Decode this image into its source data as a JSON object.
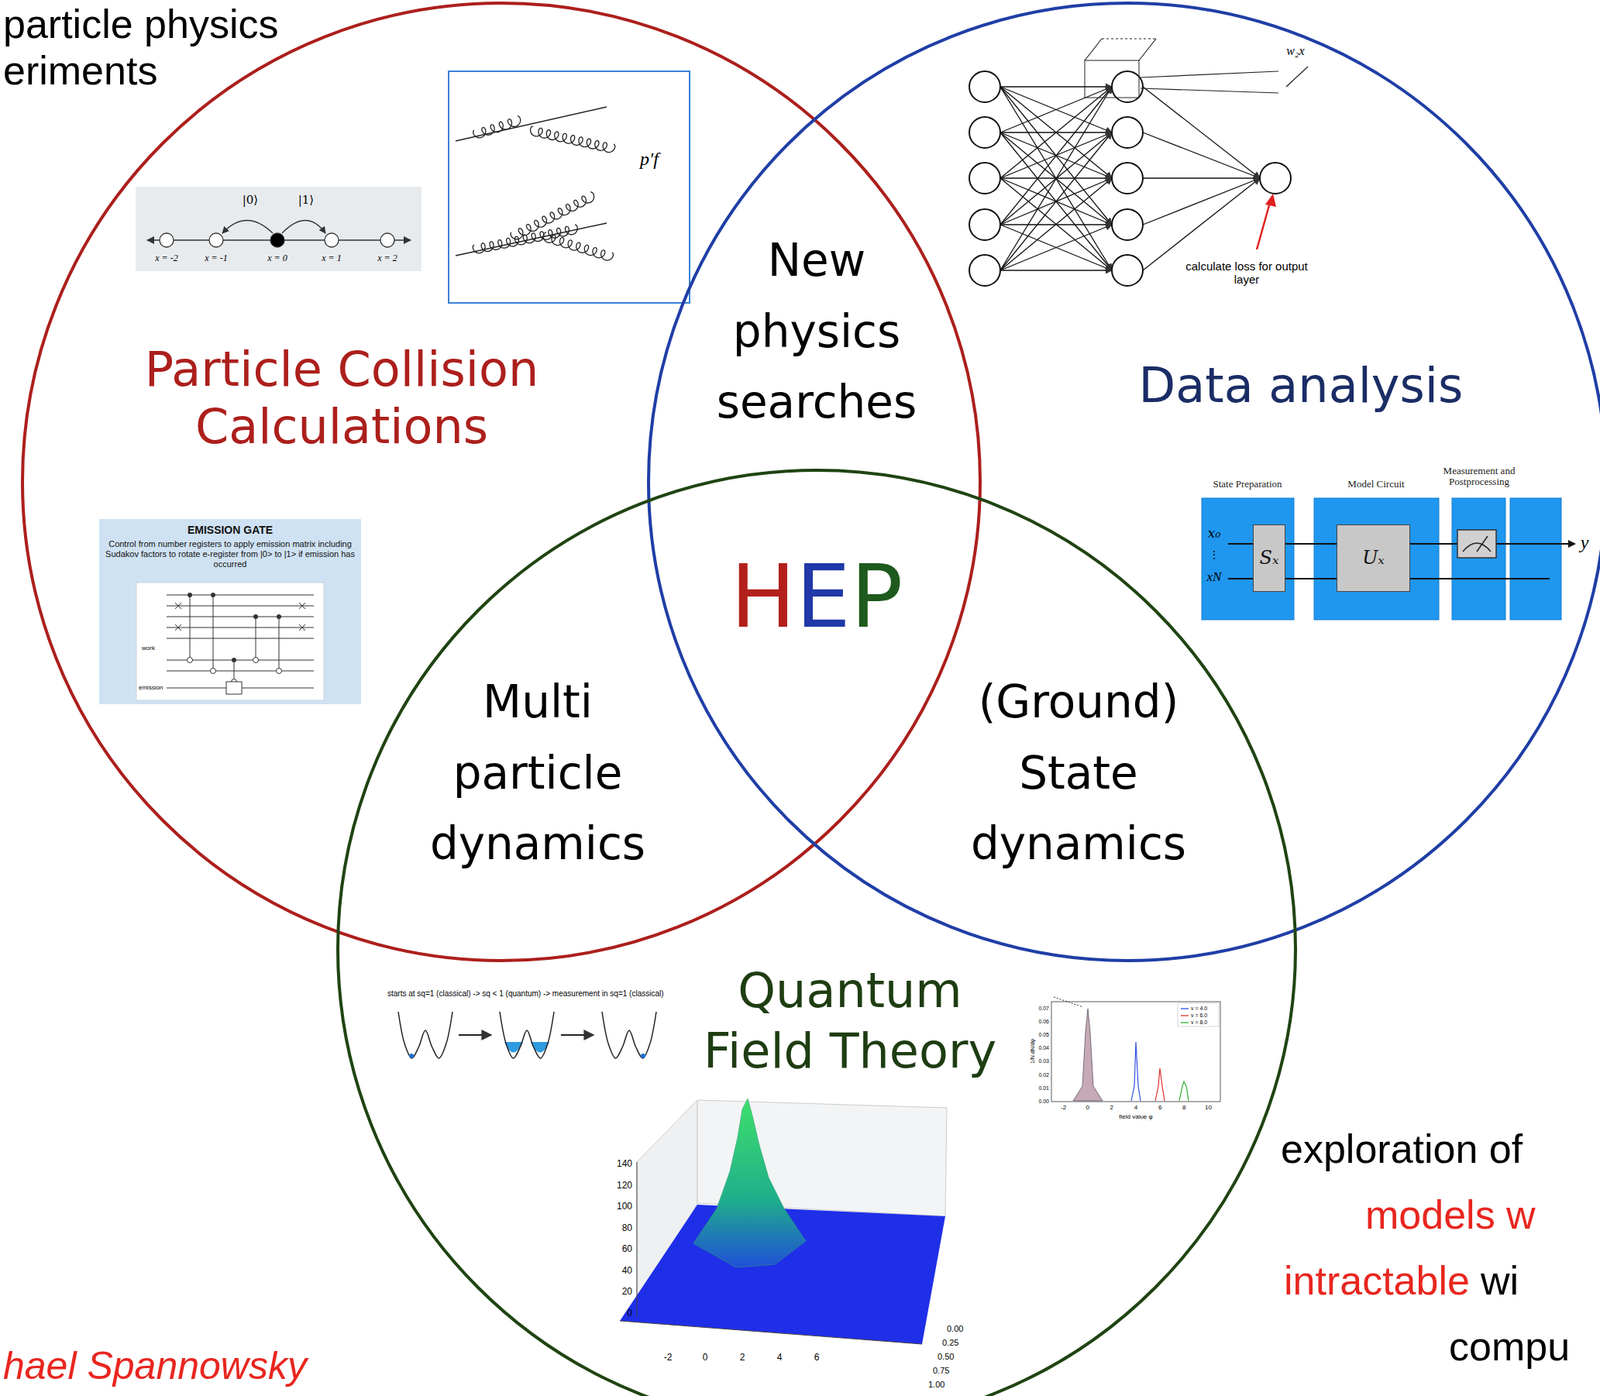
{
  "diagram": {
    "nodes": [
      {
        "text": [
          "Particle Collision Calculations"
        ]
      },
      {
        "text": [
          "Data analysis"
        ]
      },
      {
        "text": [
          "Quantum Field Theory"
        ]
      },
      {
        "text": [
          "EMISSION GATE",
          "Control from number registers to apply emission matrix including Sudakov factors to rotate e-register from |0> to |1> if emission has occurred"
        ],
        "in": 0
      },
      {
        "text": [
          "State Preparation",
          "Sₓ"
        ],
        "in": 1
      },
      {
        "text": [
          "Model Circuit",
          "Uₓ"
        ],
        "in": 1
      },
      {
        "text": [
          "Measurement and Postprocessing"
        ],
        "in": 1
      }
    ],
    "edges": [
      {
        "from": 4,
        "to": 5,
        "arrow": "none"
      },
      {
        "from": 5,
        "to": 6,
        "arrow": "none"
      }
    ],
    "labels": [
      "particle physics",
      "eriments",
      "|0⟩",
      "|1⟩",
      "x = -2",
      "x = -1",
      "x = 0",
      "x = 1",
      "x = 2",
      "p′f",
      "w₂x",
      "calculate loss for output layer",
      "x₀",
      "⋮",
      "xN",
      "y",
      "work",
      "emission",
      "New physics searches",
      "HEP",
      "Multi particle dynamics",
      "(Ground) State dynamics",
      "starts at sq=1 (classical) -> sq < 1 (quantum) -> measurement in sq=1 (classical)",
      "1/N dN/dφ",
      "field value φ",
      "-2",
      "0",
      "2",
      "4",
      "6",
      "8",
      "10",
      "0.00",
      "0.01",
      "0.02",
      "0.03",
      "0.04",
      "0.05",
      "0.06",
      "0.07",
      "140",
      "120",
      "100",
      "80",
      "60",
      "40",
      "20",
      "0",
      "-2",
      "0",
      "2",
      "4",
      "6",
      "1.00",
      "0.75",
      "0.50",
      "0.25",
      "0.00",
      "exploration of",
      "models w",
      "intractable",
      "wi",
      "compu",
      "hael Spannowsky"
    ],
    "legend": [
      {
        "text": "v = 4.0"
      },
      {
        "text": "v = 6.0"
      },
      {
        "text": "v = 8.0"
      }
    ]
  }
}
